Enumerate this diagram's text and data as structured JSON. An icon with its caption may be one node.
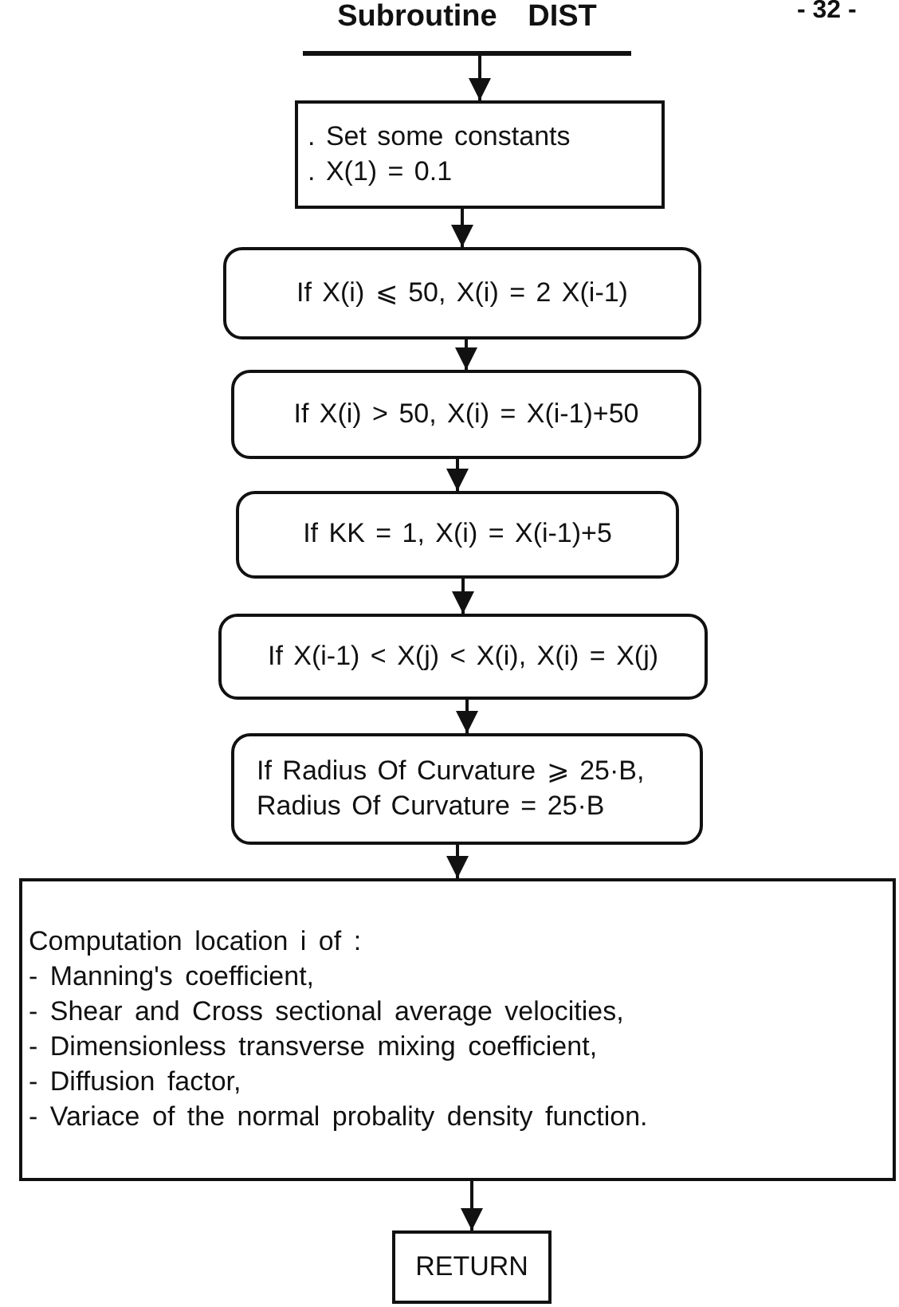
{
  "diagram": {
    "title": "Subroutine DIST",
    "nodes": [
      {
        "text": [
          ". Set some constants",
          ". X(1) = 0.1"
        ]
      },
      {
        "text": [
          "If X(i) ⩽ 50, X(i) = 2 X(i-1)"
        ]
      },
      {
        "text": [
          "If X(i) > 50, X(i) = X(i-1)+50"
        ]
      },
      {
        "text": [
          "If KK = 1, X(i) = X(i-1)+5"
        ]
      },
      {
        "text": [
          "If X(i-1) < X(j) < X(i), X(i) = X(j)"
        ]
      },
      {
        "text": [
          "If Radius Of Curvature ⩾ 25·B, Radius Of Curvature = 25·B"
        ]
      },
      {
        "text": [
          "Computation location i of :",
          "- Manning's coefficient,",
          "- Shear and Cross sectional average velocities,",
          "- Dimensionless transverse mixing coefficient,",
          "- Diffusion factor,",
          "- Variace of the normal probality density function."
        ]
      },
      {
        "text": [
          "RETURN"
        ]
      }
    ],
    "edges": [
      {
        "from": null,
        "to": 0,
        "arrow": "to"
      },
      {
        "from": 0,
        "to": 1,
        "arrow": "to"
      },
      {
        "from": 1,
        "to": 2,
        "arrow": "to"
      },
      {
        "from": 2,
        "to": 3,
        "arrow": "to"
      },
      {
        "from": 3,
        "to": 4,
        "arrow": "to"
      },
      {
        "from": 4,
        "to": 5,
        "arrow": "to"
      },
      {
        "from": 5,
        "to": 6,
        "arrow": "to"
      },
      {
        "from": 6,
        "to": 7,
        "arrow": "to"
      }
    ],
    "labels": [
      "- 32 -"
    ]
  }
}
